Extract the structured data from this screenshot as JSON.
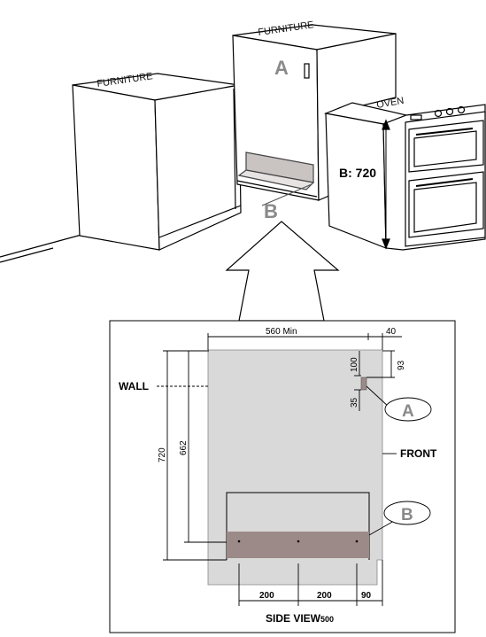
{
  "top_view": {
    "furniture_left_label": "FURNITURE",
    "furniture_right_label": "FURNITURE",
    "oven_label": "OVEN",
    "oven_height_label": "B: 720",
    "marker_a": "A",
    "marker_b": "B"
  },
  "side_view": {
    "title": "SIDE VIEW",
    "title_suffix": "500",
    "wall_label": "WALL",
    "front_label": "FRONT",
    "marker_a": "A",
    "marker_b": "B",
    "dimensions": {
      "width_min": "560  Min",
      "offset_top": "40",
      "dim_100": "100",
      "dim_93": "93",
      "dim_35": "35",
      "height_720": "720",
      "height_662": "662",
      "bottom_200_left": "200",
      "bottom_200_right": "200",
      "bottom_90": "90"
    }
  },
  "colors": {
    "panel_fill": "#d9d9d9",
    "bracket_fill": "#9b8a87",
    "marker_letter": "#8a8a8a"
  }
}
